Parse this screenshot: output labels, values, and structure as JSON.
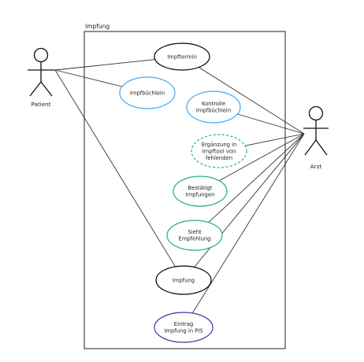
{
  "system": {
    "name": "Impfung"
  },
  "actors": {
    "patient": {
      "label": "Patient"
    },
    "arzt": {
      "label": "Arzt"
    }
  },
  "use_cases": {
    "impftermin": {
      "lines": [
        "Impftermin"
      ],
      "stroke": "#000000",
      "dashed": false
    },
    "impfbuechlein": {
      "lines": [
        "Impfbüchlein"
      ],
      "stroke": "#3fa9f5",
      "dashed": false
    },
    "kontrolle": {
      "lines": [
        "Kontrolle",
        "Impfbüchlein"
      ],
      "stroke": "#3fa9f5",
      "dashed": false
    },
    "ergaenzung": {
      "lines": [
        "Ergänzung in",
        "Impftool von",
        "fehlenden"
      ],
      "stroke": "#27ae8a",
      "dashed": true
    },
    "bestaetigt": {
      "lines": [
        "Bestätigt",
        "Impfungen"
      ],
      "stroke": "#27ae8a",
      "dashed": false
    },
    "empfehlung": {
      "lines": [
        "Sieht",
        "Empfehlung"
      ],
      "stroke": "#27ae8a",
      "dashed": false
    },
    "impfung": {
      "lines": [
        "Impfung"
      ],
      "stroke": "#000000",
      "dashed": false
    },
    "eintrag": {
      "lines": [
        "Eintrag",
        "Impfung in PIS"
      ],
      "stroke": "#3b3ba8",
      "dashed": false
    }
  },
  "associations": [
    [
      "patient",
      "impftermin"
    ],
    [
      "patient",
      "impfbuechlein"
    ],
    [
      "patient",
      "impfung"
    ],
    [
      "arzt",
      "impftermin"
    ],
    [
      "arzt",
      "kontrolle"
    ],
    [
      "arzt",
      "ergaenzung"
    ],
    [
      "arzt",
      "bestaetigt"
    ],
    [
      "arzt",
      "empfehlung"
    ],
    [
      "arzt",
      "impfung"
    ],
    [
      "arzt",
      "eintrag"
    ]
  ]
}
